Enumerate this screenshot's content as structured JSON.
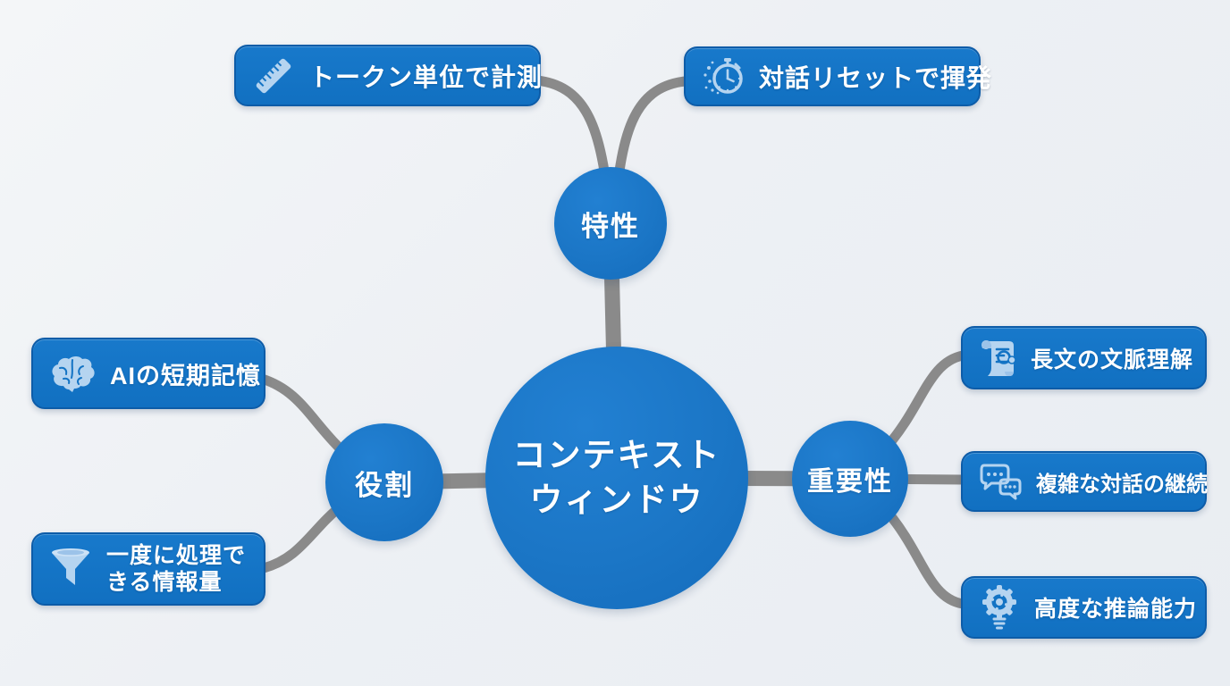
{
  "diagram_title": "コンテキストウィンドウ",
  "colors": {
    "node_blue": "#1373c4",
    "node_border_blue": "#0d5ca8",
    "circle_blue": "#1b76c6",
    "connector_gray": "#8a8a8a",
    "icon_light_blue": "#b5d4f0",
    "text_white": "#ffffff",
    "background": "#eef1f5"
  },
  "center": {
    "lines": [
      "コンテキスト",
      "ウィンドウ"
    ]
  },
  "branches": {
    "tokusei": {
      "label": "特性"
    },
    "yakuwari": {
      "label": "役割"
    },
    "juyosei": {
      "label": "重要性"
    }
  },
  "leaves": {
    "token": {
      "icon": "ruler-icon",
      "label": "トークン単位で計測"
    },
    "timer": {
      "icon": "stopwatch-icon",
      "label": "対話リセットで揮発"
    },
    "brain": {
      "icon": "brain-icon",
      "label": "AIの短期記憶"
    },
    "funnel": {
      "icon": "funnel-icon",
      "lines": [
        "一度に処理で",
        "きる情報量"
      ]
    },
    "scroll": {
      "icon": "scroll-icon",
      "label": "長文の文脈理解"
    },
    "chat": {
      "icon": "chat-bubbles-icon",
      "label": "複雑な対話の継続"
    },
    "gear": {
      "icon": "gear-bulb-icon",
      "label": "高度な推論能力"
    }
  }
}
